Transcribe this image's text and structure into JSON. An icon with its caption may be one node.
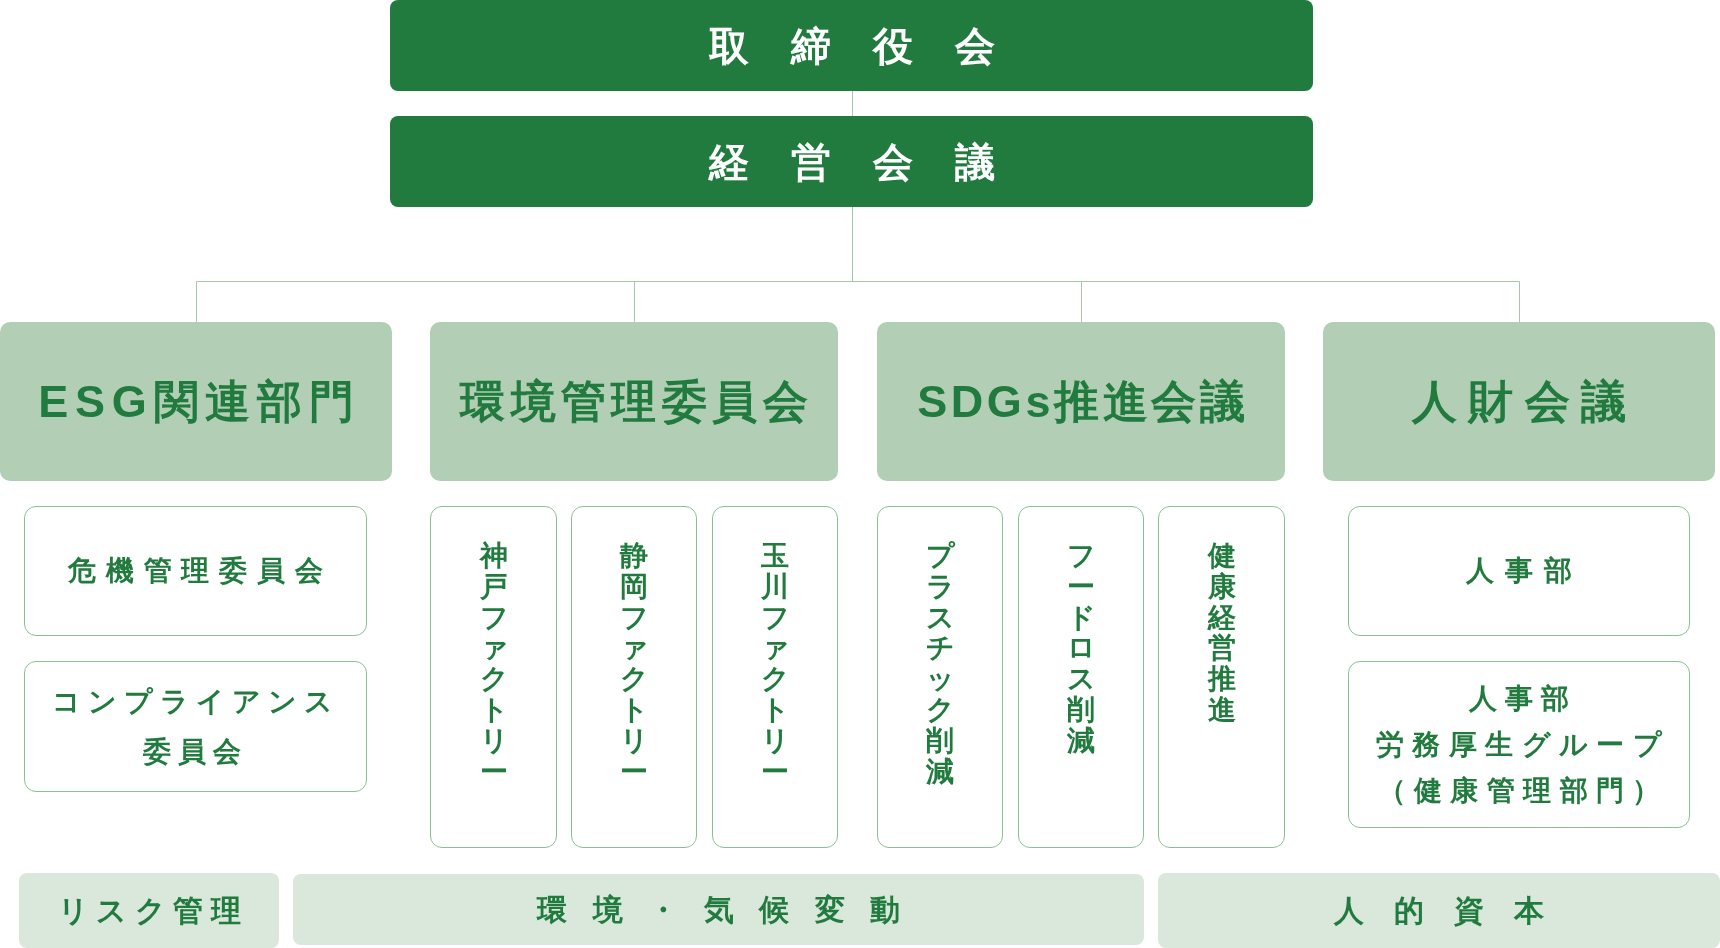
{
  "diagram": {
    "nodes": [
      {
        "text": [
          "取締役会"
        ]
      },
      {
        "text": [
          "経営会議"
        ]
      },
      {
        "text": [
          "ESG関連部門"
        ]
      },
      {
        "text": [
          "環境管理委員会"
        ]
      },
      {
        "text": [
          "SDGs推進会議"
        ]
      },
      {
        "text": [
          "人財会議"
        ]
      },
      {
        "text": [
          "危機管理委員会"
        ]
      },
      {
        "text": [
          "コンプライアンス委員会"
        ]
      },
      {
        "text": [
          "神戸ファクトリー"
        ]
      },
      {
        "text": [
          "静岡ファクトリー"
        ]
      },
      {
        "text": [
          "玉川ファクトリー"
        ]
      },
      {
        "text": [
          "プラスチック削減"
        ]
      },
      {
        "text": [
          "フードロス削減"
        ]
      },
      {
        "text": [
          "健康経営推進"
        ]
      },
      {
        "text": [
          "人事部"
        ]
      },
      {
        "text": [
          "人事部",
          "労務厚生グループ",
          "（健康管理部門）"
        ]
      },
      {
        "text": [
          "リスク管理"
        ]
      },
      {
        "text": [
          "環境・気候変動"
        ]
      },
      {
        "text": [
          "人的資本"
        ]
      }
    ],
    "edges": [
      {
        "from": 0,
        "to": 1,
        "arrow": "none"
      },
      {
        "from": 1,
        "to": 2,
        "arrow": "none"
      },
      {
        "from": 1,
        "to": 3,
        "arrow": "none"
      },
      {
        "from": 1,
        "to": 4,
        "arrow": "none"
      },
      {
        "from": 1,
        "to": 5,
        "arrow": "none"
      }
    ]
  }
}
